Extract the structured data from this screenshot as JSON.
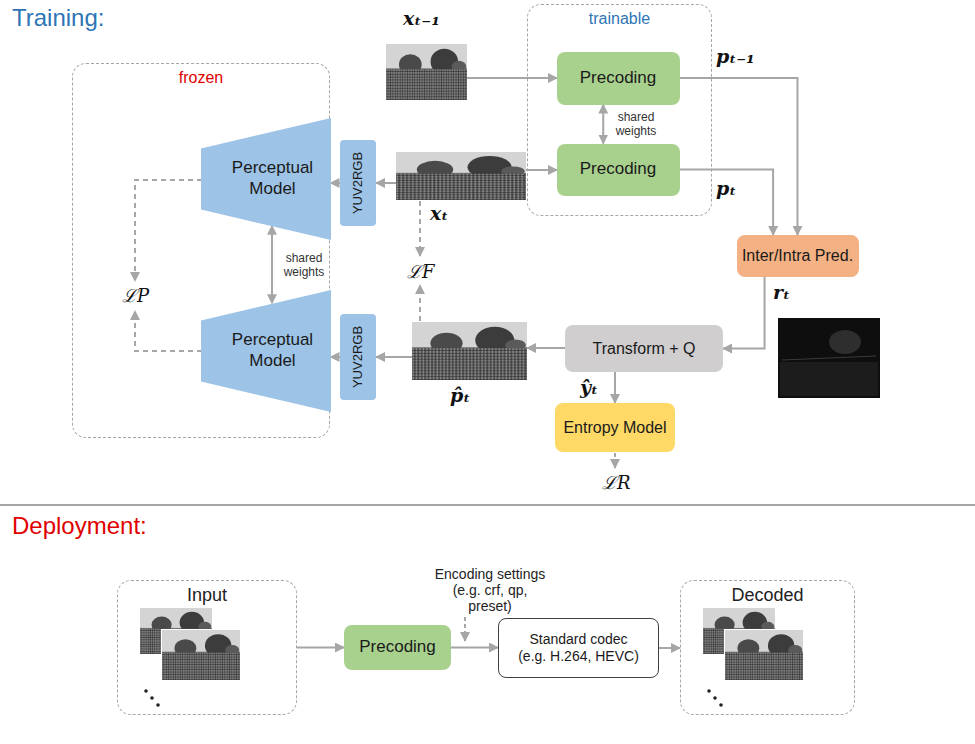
{
  "diagram": {
    "nodes": [
      {
        "text": [
          "trainable"
        ]
      },
      {
        "text": [
          "Precoding"
        ],
        "in": 0
      },
      {
        "text": [
          "Precoding"
        ],
        "in": 0
      },
      {
        "text": [
          "frozen"
        ]
      },
      {
        "text": [
          "Perceptual Model"
        ],
        "in": 3
      },
      {
        "text": [
          "Perceptual Model"
        ],
        "in": 3
      },
      {
        "text": [
          "YUV2RGB"
        ]
      },
      {
        "text": [
          "YUV2RGB"
        ]
      },
      {
        "text": [
          "Inter/Intra Pred."
        ]
      },
      {
        "text": [
          "Transform + Q"
        ]
      },
      {
        "text": [
          "Entropy Model"
        ]
      },
      {
        "text": [
          "Input"
        ]
      },
      {
        "text": [
          "Precoding"
        ]
      },
      {
        "text": [
          "Standard codec (e.g. H.264, HEVC)"
        ]
      },
      {
        "text": [
          "Decoded"
        ]
      }
    ],
    "edges": [
      {
        "from": 1,
        "to": 2,
        "arrow": "both",
        "label": "shared weights"
      },
      {
        "from": 1,
        "to": 8,
        "arrow": "to",
        "label": "pₜ₋₁"
      },
      {
        "from": 2,
        "to": 8,
        "arrow": "to",
        "label": "pₜ"
      },
      {
        "from": 8,
        "to": 9,
        "arrow": "to",
        "label": "rₜ"
      },
      {
        "from": 9,
        "to": 10,
        "arrow": "to",
        "label": "ŷₜ"
      },
      {
        "from": 6,
        "to": 4,
        "arrow": "to"
      },
      {
        "from": 7,
        "to": 5,
        "arrow": "to"
      },
      {
        "from": 4,
        "to": 5,
        "arrow": "both",
        "label": "shared weights"
      },
      {
        "from": 11,
        "to": 12,
        "arrow": "to"
      },
      {
        "from": 12,
        "to": 13,
        "arrow": "to"
      },
      {
        "from": 13,
        "to": 14,
        "arrow": "to"
      }
    ],
    "labels": [
      "Training:",
      "xₜ₋₁",
      "xₜ",
      "p̂ₜ",
      "ℒP",
      "ℒF",
      "ℒR",
      "Deployment:",
      "Encoding settings (e.g. crf, qp, preset)"
    ]
  }
}
